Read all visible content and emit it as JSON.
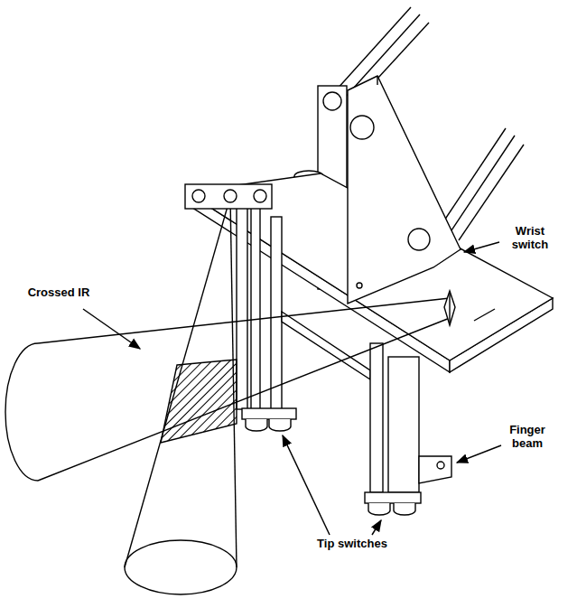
{
  "diagram": {
    "labels": [
      "Wrist switch",
      "Crossed IR",
      "Finger beam",
      "Tip switches"
    ]
  }
}
